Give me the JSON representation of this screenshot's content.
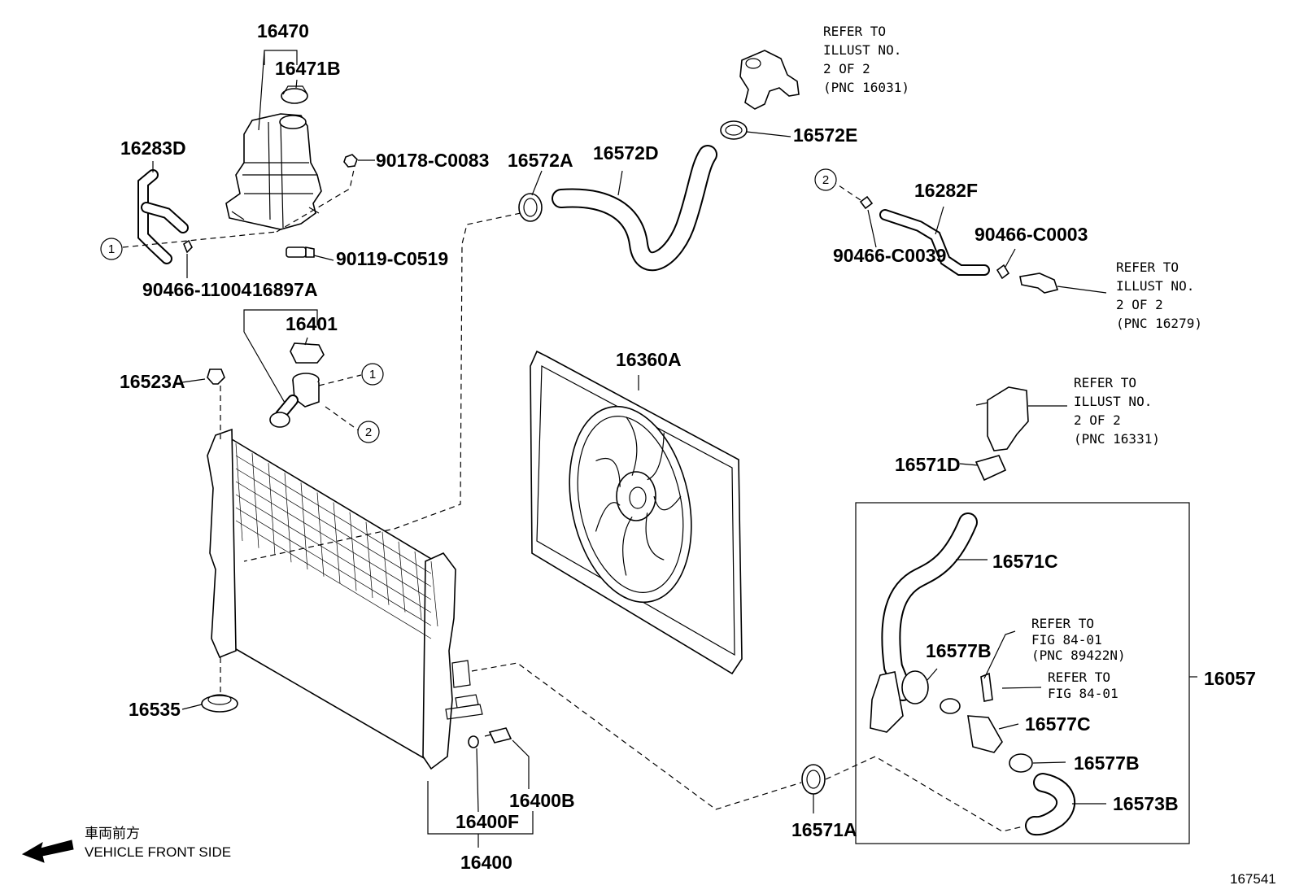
{
  "parts": {
    "p16470": "16470",
    "p16471B": "16471B",
    "p16283D": "16283D",
    "p90178": "90178-C0083",
    "p90119": "90119-C0519",
    "p90466_11004": "90466-11004",
    "p16897A": "16897A",
    "p16401": "16401",
    "p16523A": "16523A",
    "p16535": "16535",
    "p16572A": "16572A",
    "p16572D": "16572D",
    "p16572E": "16572E",
    "p16282F": "16282F",
    "p90466_C0039": "90466-C0039",
    "p90466_C0003": "90466-C0003",
    "p16360A": "16360A",
    "p16571D": "16571D",
    "p16571C": "16571C",
    "p16577B_a": "16577B",
    "p16577C": "16577C",
    "p16577B_b": "16577B",
    "p16573B": "16573B",
    "p16057": "16057",
    "p16571A": "16571A",
    "p16400B": "16400B",
    "p16400F": "16400F",
    "p16400": "16400"
  },
  "notes": {
    "pnc16031": [
      "REFER TO",
      "ILLUST NO.",
      "2 OF 2",
      "(PNC 16031)"
    ],
    "pnc16279": [
      "REFER TO",
      "ILLUST NO.",
      "2 OF 2",
      "(PNC 16279)"
    ],
    "pnc16331": [
      "REFER TO",
      "ILLUST NO.",
      "2 OF 2",
      "(PNC 16331)"
    ],
    "fig84_pnc": [
      "REFER TO",
      "FIG 84-01",
      "(PNC 89422N)"
    ],
    "fig84": [
      "REFER TO",
      "FIG 84-01"
    ]
  },
  "refs": {
    "one": "1",
    "two": "2"
  },
  "front": {
    "jp": "車両前方",
    "en": "VEHICLE FRONT SIDE"
  },
  "figure_id": "167541"
}
